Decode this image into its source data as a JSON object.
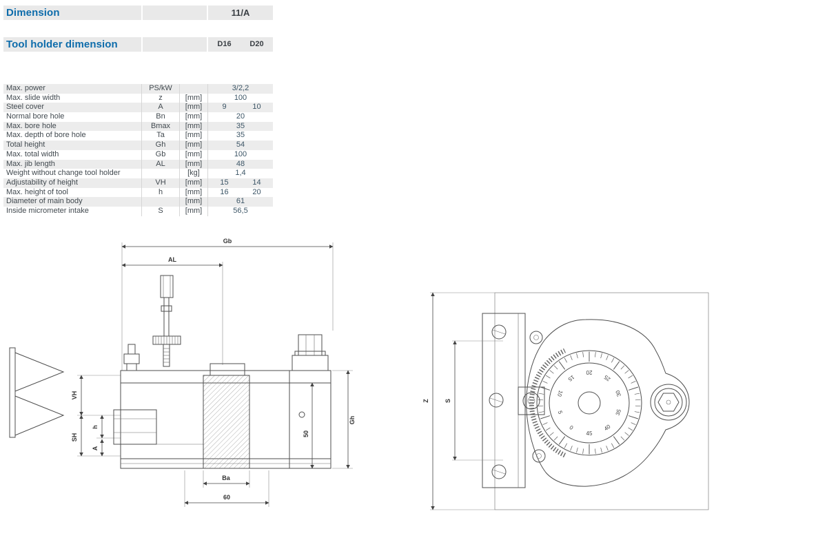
{
  "header": {
    "dimension": {
      "label": "Dimension",
      "value": "11/A"
    },
    "tool_holder": {
      "label": "Tool holder dimension",
      "d16": "D16",
      "d20": "D20"
    }
  },
  "spec_table": {
    "rows": [
      {
        "label": "Max. power",
        "symbol": "PS/kW",
        "unit": "",
        "value": "3/2,2",
        "d16": "",
        "d20": ""
      },
      {
        "label": "Max. slide width",
        "symbol": "z",
        "unit": "[mm]",
        "value": "100",
        "d16": "",
        "d20": ""
      },
      {
        "label": "Steel cover",
        "symbol": "A",
        "unit": "[mm]",
        "value": "",
        "d16": "9",
        "d20": "10"
      },
      {
        "label": "Normal bore hole",
        "symbol": "Bn",
        "unit": "[mm]",
        "value": "20",
        "d16": "",
        "d20": ""
      },
      {
        "label": "Max. bore hole",
        "symbol": "Bmax",
        "unit": "[mm]",
        "value": "35",
        "d16": "",
        "d20": ""
      },
      {
        "label": "Max. depth of bore hole",
        "symbol": "Ta",
        "unit": "[mm]",
        "value": "35",
        "d16": "",
        "d20": ""
      },
      {
        "label": "Total height",
        "symbol": "Gh",
        "unit": "[mm]",
        "value": "54",
        "d16": "",
        "d20": ""
      },
      {
        "label": "Max. total width",
        "symbol": "Gb",
        "unit": "[mm]",
        "value": "100",
        "d16": "",
        "d20": ""
      },
      {
        "label": "Max. jib length",
        "symbol": "AL",
        "unit": "[mm]",
        "value": "48",
        "d16": "",
        "d20": ""
      },
      {
        "label": "Weight without change tool holder",
        "symbol": "",
        "unit": "[kg]",
        "value": "1,4",
        "d16": "",
        "d20": ""
      },
      {
        "label": "Adjustability of height",
        "symbol": "VH",
        "unit": "[mm]",
        "value": "",
        "d16": "15",
        "d20": "14"
      },
      {
        "label": "Max. height of tool",
        "symbol": "h",
        "unit": "[mm]",
        "value": "",
        "d16": "16",
        "d20": "20"
      },
      {
        "label": "Diameter of main body",
        "symbol": "",
        "unit": "[mm]",
        "value": "61",
        "d16": "",
        "d20": ""
      },
      {
        "label": "Inside micrometer intake",
        "symbol": "S",
        "unit": "[mm]",
        "value": "56,5",
        "d16": "",
        "d20": ""
      }
    ]
  },
  "drawings": {
    "side_view": {
      "gb": "Gb",
      "al": "AL",
      "vh": "VH",
      "sh": "SH",
      "h": "h",
      "a": "A",
      "ba": "Ba",
      "width_60": "60",
      "gh": "Gh",
      "depth_50": "50"
    },
    "front_view": {
      "z": "Z",
      "s": "S",
      "dial_numbers": [
        "20",
        "25",
        "30",
        "35",
        "40",
        "45",
        "0",
        "5",
        "10",
        "15"
      ]
    }
  }
}
